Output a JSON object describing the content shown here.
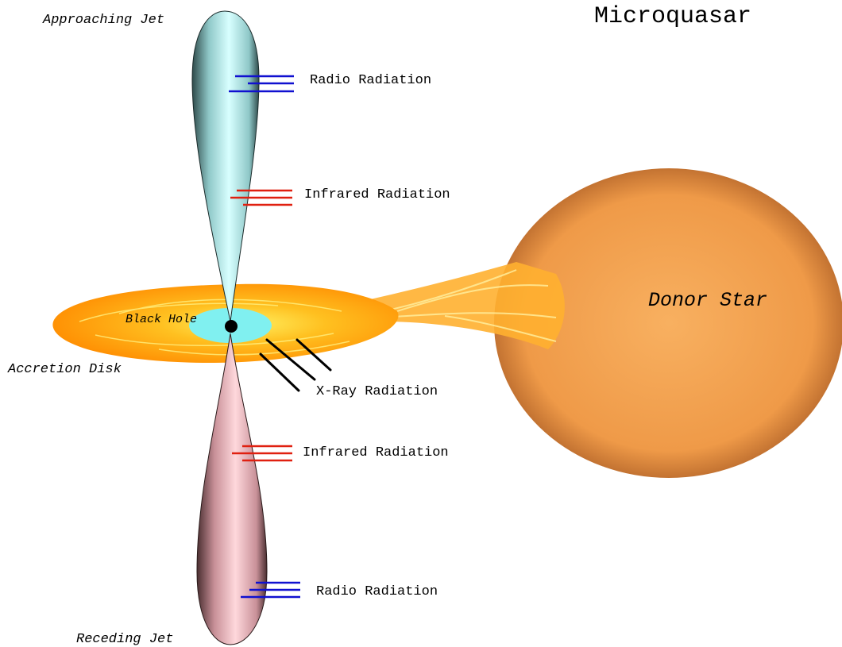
{
  "title": "Microquasar",
  "labels": {
    "approaching_jet": "Approaching Jet",
    "receding_jet": "Receding Jet",
    "accretion_disk": "Accretion Disk",
    "black_hole": "Black Hole",
    "donor_star": "Donor Star",
    "radio_top": "Radio Radiation",
    "infrared_top": "Infrared Radiation",
    "xray": "X-Ray Radiation",
    "infrared_bottom": "Infrared Radiation",
    "radio_bottom": "Radio Radiation"
  },
  "colors": {
    "approaching_jet": "#bff0f0",
    "receding_jet": "#f0b8bc",
    "disk_outer": "#ff9a10",
    "disk_inner": "#ffe030",
    "black_hole_region": "#7ff0f0",
    "donor_star": "#f0a050",
    "radio_lines": "#1010d0",
    "infrared_lines": "#e02010",
    "xray_lines": "#000000"
  }
}
